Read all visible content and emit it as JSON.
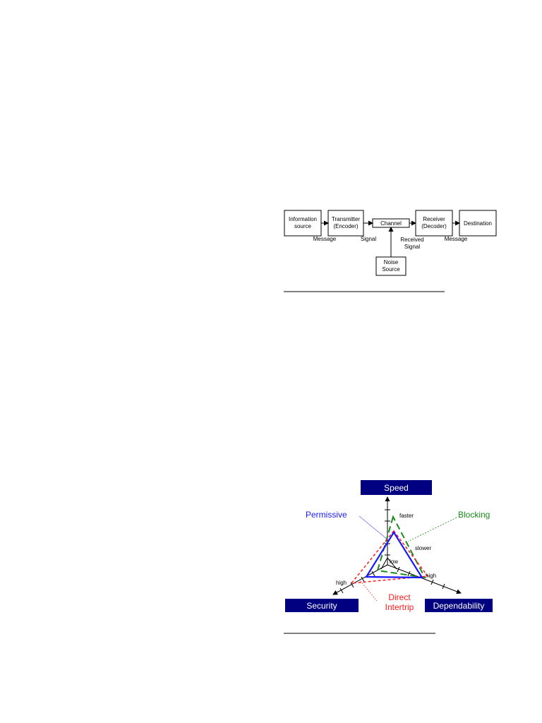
{
  "comm_diagram": {
    "boxes": {
      "source": [
        "Information",
        "source"
      ],
      "transmitter": [
        "Transmitter",
        "(Encoder)"
      ],
      "channel": [
        "Channel"
      ],
      "receiver": [
        "Receiver",
        "(Decoder)"
      ],
      "destination": [
        "Destination"
      ],
      "noise": [
        "Noise",
        "Source"
      ]
    },
    "labels": {
      "message_1": "Message",
      "signal": "Signal",
      "received_signal": [
        "Received",
        "Signal"
      ],
      "message_2": "Message"
    }
  },
  "tradeoff_diagram": {
    "categories": {
      "top": "Speed",
      "left": "Security",
      "right": "Dependability"
    },
    "axis_labels": {
      "faster": "faster",
      "slower": "slower",
      "low": "low",
      "high_right": "high",
      "high_left": "high"
    },
    "series": {
      "permissive": {
        "label": "Permissive",
        "color": "#1a1aff"
      },
      "blocking": {
        "label": "Blocking",
        "color": "#1a8a1a"
      },
      "direct": {
        "label": [
          "Direct",
          "Intertrip"
        ],
        "color": "#ff1a1a"
      }
    },
    "category_color": "#000080"
  }
}
